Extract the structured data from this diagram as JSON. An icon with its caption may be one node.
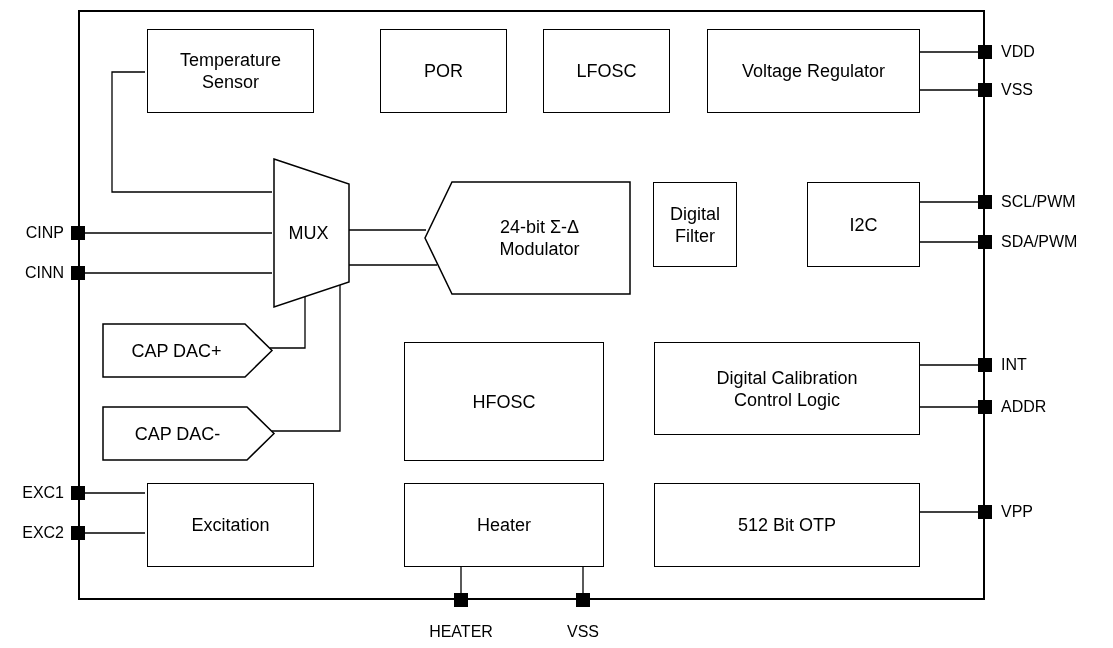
{
  "diagram": {
    "nodes": [
      {
        "text": [],
        "shape": "box"
      },
      {
        "text": [
          "Temperature Sensor"
        ],
        "in": 0
      },
      {
        "text": [
          "POR"
        ],
        "in": 0
      },
      {
        "text": [
          "LFOSC"
        ],
        "in": 0
      },
      {
        "text": [
          "Voltage Regulator"
        ],
        "in": 0
      },
      {
        "text": [
          "MUX"
        ],
        "in": 0
      },
      {
        "text": [
          "24-bit Σ-Δ Modulator"
        ],
        "in": 0
      },
      {
        "text": [
          "Digital Filter"
        ],
        "in": 0
      },
      {
        "text": [
          "I2C"
        ],
        "in": 0
      },
      {
        "text": [
          "CAP DAC+"
        ],
        "in": 0
      },
      {
        "text": [
          "CAP DAC-"
        ],
        "in": 0
      },
      {
        "text": [
          "HFOSC"
        ],
        "in": 0
      },
      {
        "text": [
          "Digital Calibration Control Logic"
        ],
        "in": 0
      },
      {
        "text": [
          "Excitation"
        ],
        "in": 0
      },
      {
        "text": [
          "Heater"
        ],
        "in": 0
      },
      {
        "text": [
          "512 Bit OTP"
        ],
        "in": 0
      },
      {
        "text": [
          "VDD"
        ]
      },
      {
        "text": [
          "VSS"
        ]
      },
      {
        "text": [
          "SCL/PWM"
        ]
      },
      {
        "text": [
          "SDA/PWM"
        ]
      },
      {
        "text": [
          "CINP"
        ]
      },
      {
        "text": [
          "CINN"
        ]
      },
      {
        "text": [
          "INT"
        ]
      },
      {
        "text": [
          "ADDR"
        ]
      },
      {
        "text": [
          "EXC1"
        ]
      },
      {
        "text": [
          "EXC2"
        ]
      },
      {
        "text": [
          "VPP"
        ]
      },
      {
        "text": [
          "HEATER"
        ]
      },
      {
        "text": [
          "VSS"
        ]
      }
    ],
    "edges": [
      {
        "from": 1,
        "to": 5,
        "arrow": "none"
      },
      {
        "from": 5,
        "to": 6,
        "arrow": "none"
      },
      {
        "from": 5,
        "to": 6,
        "arrow": "none"
      },
      {
        "from": 4,
        "to": 16,
        "arrow": "none"
      },
      {
        "from": 4,
        "to": 17,
        "arrow": "none"
      },
      {
        "from": 20,
        "to": 5,
        "arrow": "none"
      },
      {
        "from": 21,
        "to": 5,
        "arrow": "none"
      },
      {
        "from": 8,
        "to": 18,
        "arrow": "none"
      },
      {
        "from": 8,
        "to": 19,
        "arrow": "none"
      },
      {
        "from": 9,
        "to": 5,
        "arrow": "none"
      },
      {
        "from": 10,
        "to": 5,
        "arrow": "none"
      },
      {
        "from": 12,
        "to": 22,
        "arrow": "none"
      },
      {
        "from": 12,
        "to": 23,
        "arrow": "none"
      },
      {
        "from": 24,
        "to": 13,
        "arrow": "none"
      },
      {
        "from": 25,
        "to": 13,
        "arrow": "none"
      },
      {
        "from": 15,
        "to": 26,
        "arrow": "none"
      },
      {
        "from": 14,
        "to": 27,
        "arrow": "none"
      },
      {
        "from": 14,
        "to": 28,
        "arrow": "none"
      }
    ]
  }
}
